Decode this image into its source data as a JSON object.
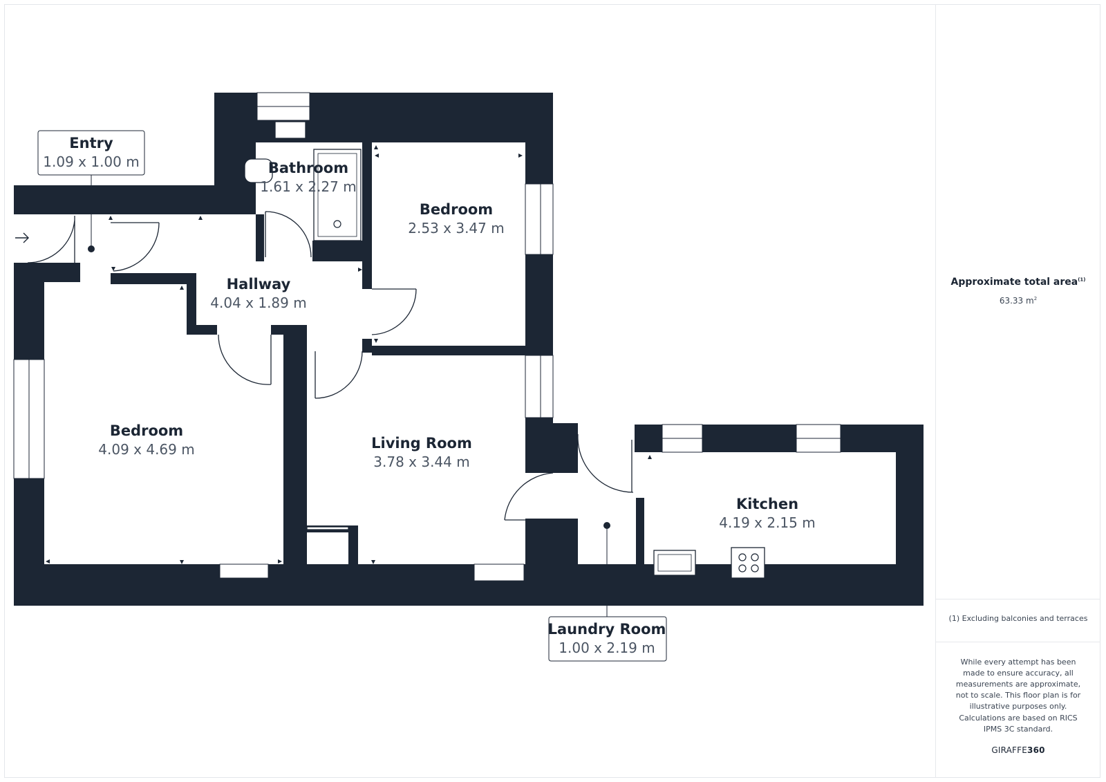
{
  "rooms": {
    "entry": {
      "name": "Entry",
      "dims": "1.09 x 1.00 m"
    },
    "bathroom": {
      "name": "Bathroom",
      "dims": "1.61 x 2.27 m"
    },
    "bedroom_1": {
      "name": "Bedroom",
      "dims": "2.53 x 3.47 m"
    },
    "hallway": {
      "name": "Hallway",
      "dims": "4.04 x 1.89 m"
    },
    "bedroom_2": {
      "name": "Bedroom",
      "dims": "4.09 x 4.69 m"
    },
    "living_room": {
      "name": "Living Room",
      "dims": "3.78 x 3.44 m"
    },
    "kitchen": {
      "name": "Kitchen",
      "dims": "4.19 x 2.15 m"
    },
    "laundry_room": {
      "name": "Laundry Room",
      "dims": "1.00 x 2.19 m"
    }
  },
  "summary": {
    "area_title": "Approximate total area",
    "area_footnote_mark": "(1)",
    "area_value": "63.33 m",
    "area_unit_sup": "2",
    "footnote": "(1) Excluding balconies and terraces",
    "disclaimer": "While every attempt has been made to ensure accuracy, all measurements are approximate, not to scale. This floor plan is for illustrative purposes only.",
    "calculation_note": "Calculations are based on RICS IPMS 3C standard.",
    "brand_light": "GIRAFFE",
    "brand_bold": "360"
  },
  "colors": {
    "wall": "#1c2634",
    "background": "#ffffff"
  },
  "icons": [
    "entrance-arrow-icon"
  ]
}
